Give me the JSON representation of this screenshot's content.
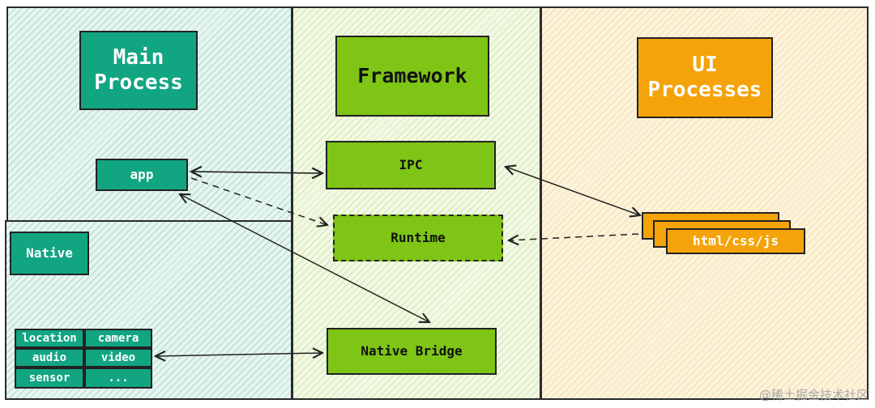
{
  "main_process": {
    "title": "Main\nProcess",
    "app_label": "app"
  },
  "native": {
    "label": "Native",
    "capabilities": [
      "location",
      "camera",
      "audio",
      "video",
      "sensor",
      "..."
    ]
  },
  "framework": {
    "title": "Framework",
    "ipc_label": "IPC",
    "runtime_label": "Runtime",
    "native_bridge_label": "Native Bridge"
  },
  "ui_processes": {
    "title": "UI\nProcesses",
    "files_label": "html/css/js"
  },
  "watermark": "@稀土掘金技术社区",
  "colors": {
    "teal": "#12a582",
    "green": "#7ec516",
    "orange": "#f5a30a",
    "teal_bg": "#e6f5f0",
    "green_bg": "#f1f8e3",
    "yellow_bg": "#fcf3dc"
  }
}
